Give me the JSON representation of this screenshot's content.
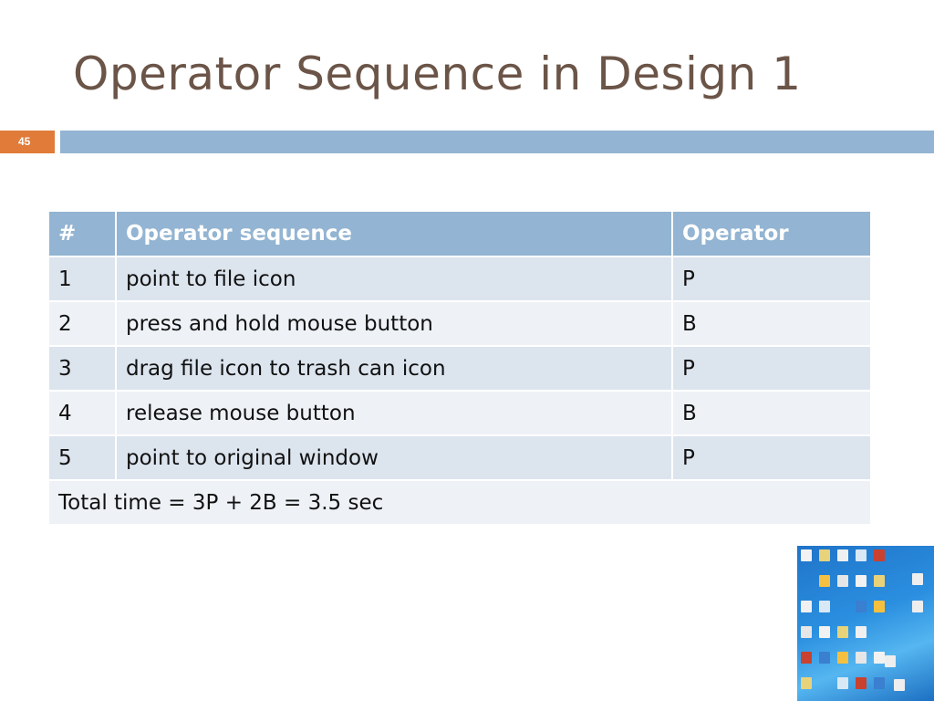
{
  "slide": {
    "title": "Operator Sequence in Design 1",
    "page_number": "45"
  },
  "table": {
    "headers": [
      "#",
      "Operator sequence",
      "Operator"
    ],
    "rows": [
      [
        "1",
        "point to file icon",
        "P"
      ],
      [
        "2",
        "press and hold mouse button",
        "B"
      ],
      [
        "3",
        "drag file icon to trash can icon",
        "P"
      ],
      [
        "4",
        "release mouse button",
        "B"
      ],
      [
        "5",
        "point to original window",
        "P"
      ]
    ],
    "footer": "Total time = 3P + 2B = 3.5 sec"
  },
  "colors": {
    "title": "#6b5548",
    "accent_orange": "#e07b39",
    "header_blue": "#93b4d2",
    "row_odd": "#dce4ee",
    "row_even": "#eef2f7"
  }
}
